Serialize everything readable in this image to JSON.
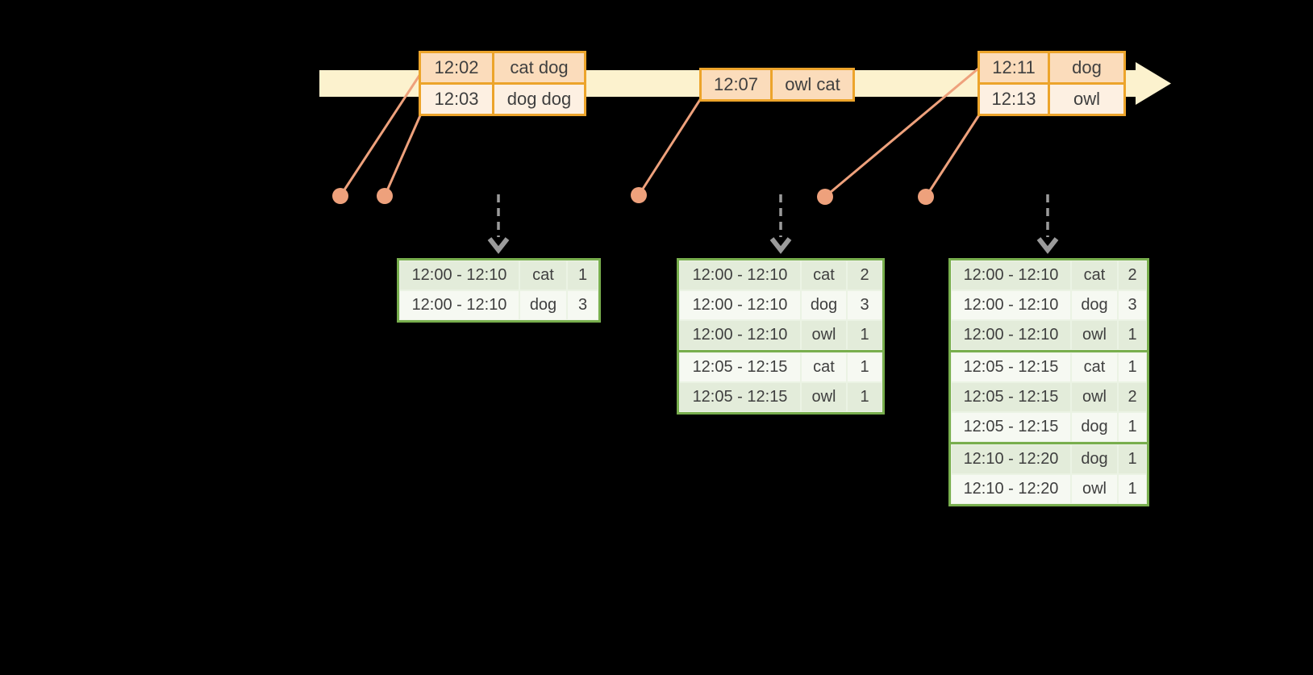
{
  "colors": {
    "bg": "#000000",
    "band": "#FCF2CE",
    "gold": "#ECA42B",
    "peach": "#FBDCBB",
    "cream": "#FDF0E2",
    "salmon": "#EEA17C",
    "gray": "#9B9B9B",
    "green": "#78AE4D",
    "greenrow": "#E3ECDA",
    "whiterow": "#F6F9F2",
    "text": "#3F3F3F"
  },
  "event_tables": [
    {
      "rows": [
        {
          "time": "12:02",
          "words": "cat dog"
        },
        {
          "time": "12:03",
          "words": "dog dog"
        }
      ]
    },
    {
      "rows": [
        {
          "time": "12:07",
          "words": "owl cat"
        }
      ]
    },
    {
      "rows": [
        {
          "time": "12:11",
          "words": "dog"
        },
        {
          "time": "12:13",
          "words": "owl"
        }
      ]
    }
  ],
  "result_tables": [
    {
      "rows": [
        {
          "window": "12:00 - 12:10",
          "word": "cat",
          "count": 1
        },
        {
          "window": "12:00 - 12:10",
          "word": "dog",
          "count": 3
        }
      ]
    },
    {
      "rows": [
        {
          "window": "12:00 - 12:10",
          "word": "cat",
          "count": 2
        },
        {
          "window": "12:00 - 12:10",
          "word": "dog",
          "count": 3
        },
        {
          "window": "12:00 - 12:10",
          "word": "owl",
          "count": 1
        },
        {
          "window": "12:05 - 12:15",
          "word": "cat",
          "count": 1,
          "sep": true
        },
        {
          "window": "12:05 - 12:15",
          "word": "owl",
          "count": 1
        }
      ]
    },
    {
      "rows": [
        {
          "window": "12:00 - 12:10",
          "word": "cat",
          "count": 2
        },
        {
          "window": "12:00 - 12:10",
          "word": "dog",
          "count": 3
        },
        {
          "window": "12:00 - 12:10",
          "word": "owl",
          "count": 1
        },
        {
          "window": "12:05 - 12:15",
          "word": "cat",
          "count": 1,
          "sep": true
        },
        {
          "window": "12:05 - 12:15",
          "word": "owl",
          "count": 2
        },
        {
          "window": "12:05 - 12:15",
          "word": "dog",
          "count": 1
        },
        {
          "window": "12:10 - 12:20",
          "word": "dog",
          "count": 1,
          "sep": true
        },
        {
          "window": "12:10 - 12:20",
          "word": "owl",
          "count": 1
        }
      ]
    }
  ]
}
